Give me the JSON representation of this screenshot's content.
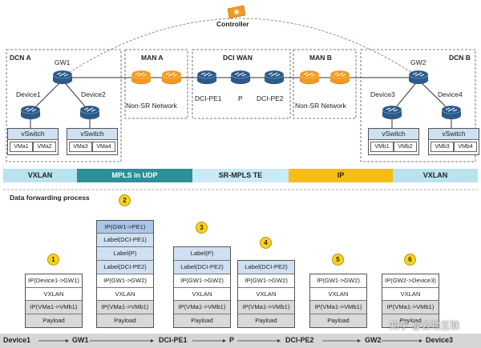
{
  "controller": {
    "label": "Controller"
  },
  "domains": {
    "dcn_a": "DCN A",
    "man_a": "MAN A",
    "dci_wan": "DCI WAN",
    "man_b": "MAN B",
    "dcn_b": "DCN B"
  },
  "nodes": {
    "gw1": "GW1",
    "gw2": "GW2",
    "device1": "Device1",
    "device2": "Device2",
    "device3": "Device3",
    "device4": "Device4",
    "non_sr_a": "Non-SR Network",
    "non_sr_b": "Non-SR Network",
    "dci_pe1": "DCI-PE1",
    "p": "P",
    "dci_pe2": "DCI-PE2"
  },
  "vswitches": {
    "label": "vSwitch",
    "vms_a1": [
      "VMa1",
      "VMa2"
    ],
    "vms_a2": [
      "VMa3",
      "VMa4"
    ],
    "vms_b1": [
      "VMb1",
      "VMb2"
    ],
    "vms_b2": [
      "VMb3",
      "VMb4"
    ]
  },
  "segments": [
    "VXLAN",
    "MPLS in UDP",
    "SR-MPLS TE",
    "IP",
    "VXLAN"
  ],
  "colors": {
    "vxlan": "#b9e3ee",
    "mpls_udp": "#2d8f97",
    "sr_mpls": "#c9eaf7",
    "ip": "#f6be12",
    "router": "#2a5b8a",
    "router_orange": "#f39a1e",
    "packet_blue": "#cfe0f2",
    "packet_gray": "#d9d9d9"
  },
  "process_title": "Data forwarding process",
  "packets": [
    {
      "badge": "1",
      "rows": [
        "IP(Device1->GW1)",
        "VXLAN",
        "IP(VMa1->VMb1)",
        "Payload"
      ]
    },
    {
      "badge": "2",
      "rows": [
        "IP(GW1->PE1)",
        "Label(DCI-PE1)",
        "Label(P)",
        "Label(DCI-PE2)",
        "IP(GW1->GW2)",
        "VXLAN",
        "IP(VMa1->VMb1)",
        "Payload"
      ]
    },
    {
      "badge": "3",
      "rows": [
        "Label(P)",
        "Label(DCI-PE2)",
        "IP(GW1->GW2)",
        "VXLAN",
        "IP(VMa1->VMb1)",
        "Payload"
      ]
    },
    {
      "badge": "4",
      "rows": [
        "Label(DCI-PE2)",
        "IP(GW1->GW2)",
        "VXLAN",
        "IP(VMa1->VMb1)",
        "Payload"
      ]
    },
    {
      "badge": "5",
      "rows": [
        "IP(GW1->GW2)",
        "VXLAN",
        "IP(VMa1->VMb1)",
        "Payload"
      ]
    },
    {
      "badge": "6",
      "rows": [
        "IP(GW2->Device3)",
        "VXLAN",
        "IP(VMa1->VMb1)",
        "Payload"
      ]
    }
  ],
  "flow": [
    "Device1",
    "GW1",
    "DCI-PE1",
    "P",
    "DCI-PE2",
    "GW2",
    "Device3"
  ],
  "watermark": "知乎 @云物互联"
}
